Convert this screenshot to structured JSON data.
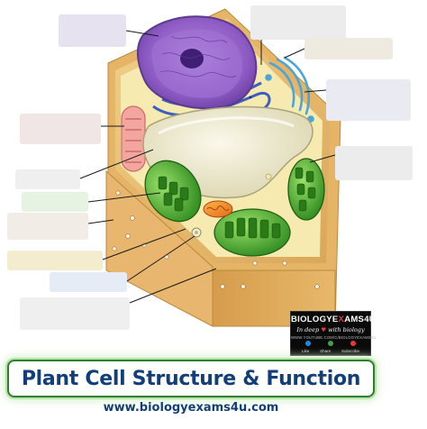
{
  "diagram": {
    "title": "Plant Cell Structure & Function",
    "website": "www.biologyexams4u.com",
    "label_count": 12
  },
  "logo": {
    "brand_prefix": "BIOLOGYE",
    "brand_x": "X",
    "brand_suffix": "AMS4U",
    "tagline_prefix": "In deep",
    "tagline_suffix": "with biology",
    "channel_url": "WWW.YOUTUBE.COM/C/BIOLOGYEXAMS4U",
    "actions": [
      "Like",
      "Share",
      "Subscribe"
    ],
    "action_colors": [
      "#1e88e5",
      "#43a047",
      "#e53935"
    ]
  },
  "colors": {
    "title_text": "#123f7a",
    "title_border": "#2f7d32",
    "cell_wall": "#d9a65a",
    "cytoplasm": "#f6e7a6",
    "nucleus": "#8e5bc4",
    "chloroplast": "#4caf28",
    "vacuole": "#e9e4c8"
  }
}
